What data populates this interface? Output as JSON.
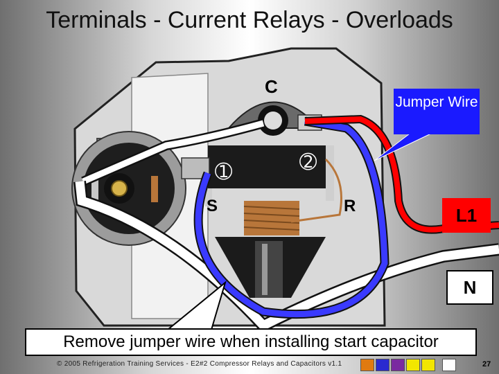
{
  "title": "Terminals - Current Relays - Overloads",
  "labels": {
    "c": "C",
    "s": "S",
    "r": "R",
    "num1": "➀",
    "num2": "➁"
  },
  "callouts": {
    "jumper_wire": "Jumper Wire",
    "l1": "L1",
    "n": "N",
    "note": "Remove jumper wire when installing start capacitor"
  },
  "footer": {
    "copyright": "© 2005 Refrigeration Training Services - E2#2 Compressor Relays and Capacitors v1.1",
    "page_number": "27"
  },
  "colors": {
    "jumper_callout": "#1a1aff",
    "l1": "#ff0000",
    "wire_red": "#ff0000",
    "wire_blue": "#3a3aff",
    "wire_white": "#ffffff",
    "copper": "#b8763a"
  },
  "nav_icons": [
    "home-icon",
    "back-icon",
    "return-icon",
    "prev-icon",
    "next-icon",
    "exit-icon"
  ]
}
